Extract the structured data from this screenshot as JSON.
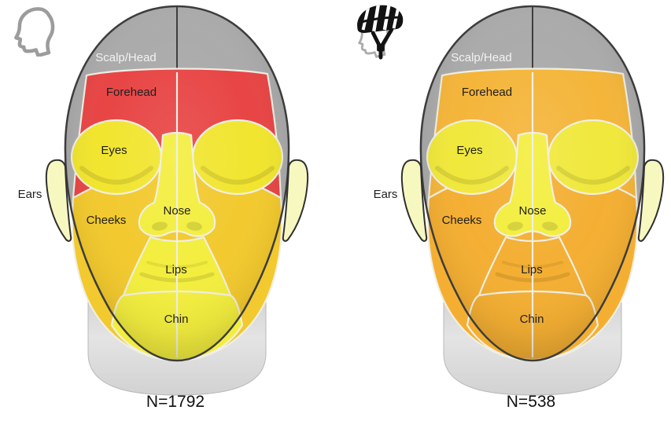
{
  "figure": {
    "description": "Facial injury distribution heat maps, without and with bicycle helmet",
    "outline_color": "#3C3C3C",
    "divider_color": "#F0EFE4",
    "neck_color_top": "#C6C6C6",
    "neck_color_bottom": "#E4E4E4"
  },
  "panels": [
    {
      "name": "without_helmet",
      "icon": "bare-head-profile-icon",
      "sample_size_label": "N=1792",
      "regions": {
        "scalp": {
          "label": "Scalp/Head",
          "color": "#ABABAB"
        },
        "forehead": {
          "label": "Forehead",
          "color": "#E84545"
        },
        "eyes": {
          "label": "Eyes",
          "color": "#F1E52F"
        },
        "ears": {
          "label": "Ears",
          "color": "#F7F7C0"
        },
        "cheeks": {
          "label": "Cheeks",
          "color": "#F2C92E"
        },
        "nose": {
          "label": "Nose",
          "color": "#F3EE3E"
        },
        "lips": {
          "label": "Lips",
          "color": "#F3EE3E"
        },
        "chin": {
          "label": "Chin",
          "color": "#F3EE3E"
        }
      }
    },
    {
      "name": "with_helmet",
      "icon": "bike-helmet-head-icon",
      "sample_size_label": "N=538",
      "regions": {
        "scalp": {
          "label": "Scalp/Head",
          "color": "#ABABAB"
        },
        "forehead": {
          "label": "Forehead",
          "color": "#F4B53A"
        },
        "eyes": {
          "label": "Eyes",
          "color": "#F0E83B"
        },
        "ears": {
          "label": "Ears",
          "color": "#F7F7C0"
        },
        "cheeks": {
          "label": "Cheeks",
          "color": "#F4AF33"
        },
        "nose": {
          "label": "Nose",
          "color": "#F3EE3E"
        },
        "lips": {
          "label": "Lips",
          "color": "#F4AF33"
        },
        "chin": {
          "label": "Chin",
          "color": "#F4AF33"
        }
      }
    }
  ]
}
